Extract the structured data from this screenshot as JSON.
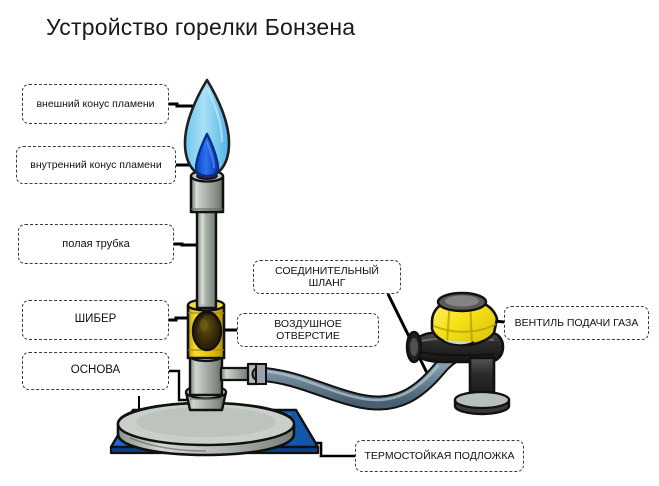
{
  "title": "Устройство горелки Бонзена",
  "labels": {
    "outer_cone": "внешний конус пламени",
    "inner_cone": "внутренний конус пламени",
    "hollow_tube": "полая трубка",
    "shutter": "ШИБЕР",
    "base": "ОСНОВА",
    "hose": "СОЕДИНИТЕЛЬНЫЙ ШЛАНГ",
    "air_hole": "ВОЗДУШНОЕ ОТВЕРСТИЕ",
    "gas_valve": "ВЕНТИЛЬ ПОДАЧИ ГАЗА",
    "heat_mat": "ТЕРМОСТОЙКАЯ ПОДЛОЖКА"
  },
  "colors": {
    "background": "#ffffff",
    "title_text": "#1a1a1a",
    "label_border": "#3b3b3b",
    "label_text": "#111111",
    "leader_line": "#000000",
    "flame_outer": "#8fd4f2",
    "flame_outer_edge": "#2fa8dd",
    "flame_inner": "#1258d8",
    "flame_inner_edge": "#0b3fb0",
    "metal_light": "#d2d6d2",
    "metal_mid": "#9aa09a",
    "metal_dark": "#6d736d",
    "shutter_yellow": "#f2d315",
    "shutter_yellow_dark": "#c9a80a",
    "air_hole_dark": "#3a2c06",
    "hose_blue_grey": "#7e96a8",
    "hose_dark": "#4c6274",
    "valve_body": "#2b2b2b",
    "valve_handle": "#f5e118",
    "mat_blue": "#1763c8",
    "mat_blue_dark": "#0b3f8c",
    "outline": "#111111"
  },
  "parts": {
    "flame": "bunsen-flame",
    "barrel": "hollow-tube",
    "collar": "tube-collar",
    "shutter_ring": "air-shutter-ring",
    "air_port": "air-hole-port",
    "base_stand": "burner-base",
    "nozzle": "gas-inlet-nozzle",
    "hose": "connecting-hose",
    "tap": "gas-tap",
    "tap_handle": "gas-tap-handle",
    "mat": "heat-resistant-mat"
  }
}
